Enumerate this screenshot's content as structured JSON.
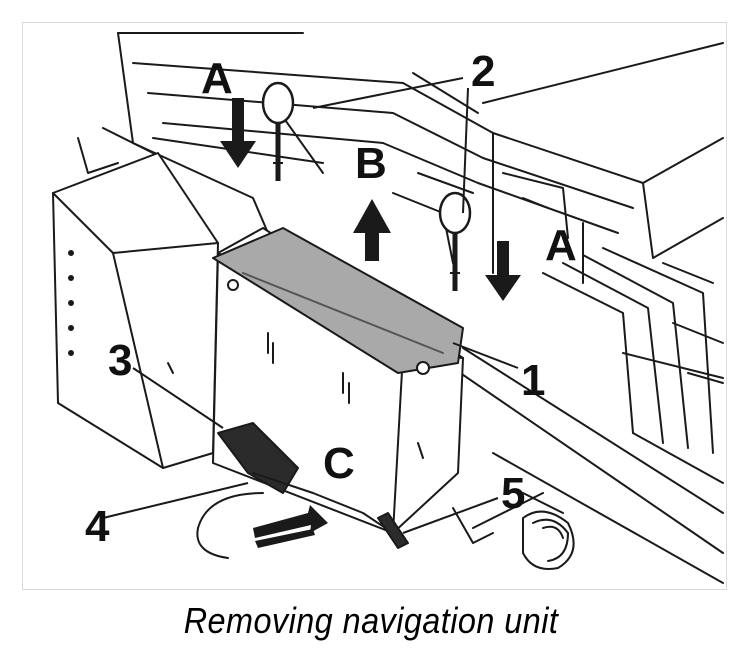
{
  "diagram": {
    "callouts": {
      "c1": "1",
      "c2": "2",
      "c3": "3",
      "c4": "4",
      "c5": "5"
    },
    "arrows": {
      "a_left": "A",
      "a_right": "A",
      "b": "B",
      "c": "C"
    },
    "icons": [
      "push-down-arrow-icon",
      "lift-up-arrow-icon",
      "pull-out-arrow-icon",
      "release-key-icon"
    ],
    "colors": {
      "line": "#1a1a1a",
      "unit_top": "#a9a9a9",
      "background": "#ffffff"
    }
  },
  "caption": "Removing navigation unit"
}
